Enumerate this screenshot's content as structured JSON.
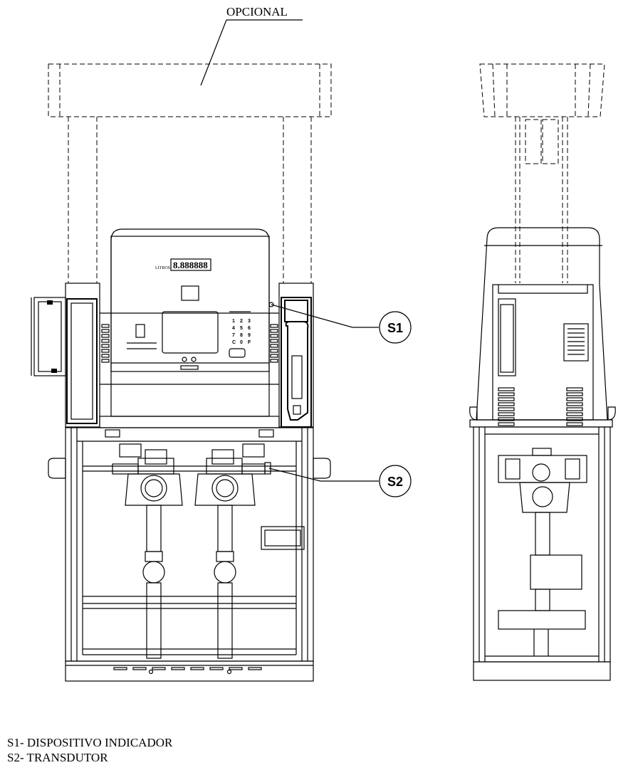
{
  "labels": {
    "optional": "OPCIONAL",
    "callout_s1": "S1",
    "callout_s2": "S2"
  },
  "legend": [
    "S1- DISPOSITIVO INDICADOR",
    "S2- TRANSDUTOR"
  ],
  "display_unit": "LITROS",
  "display_digits": "8.888888",
  "keypad_keys": [
    "1",
    "2",
    "3",
    "4",
    "5",
    "6",
    "7",
    "8",
    "9",
    "C",
    "0",
    "F"
  ]
}
